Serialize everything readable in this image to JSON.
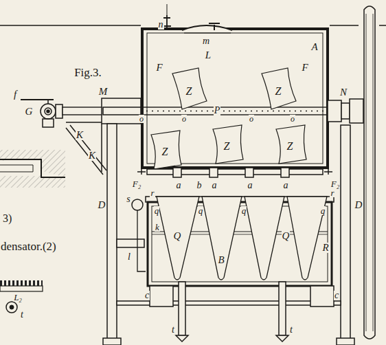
{
  "diagram": {
    "labels": [
      "Fig.3.",
      "f",
      "G",
      "M",
      "K",
      "K",
      "n",
      "m",
      "A",
      "L",
      "F",
      "F",
      "Z",
      "Z",
      "o",
      "o",
      "P",
      "o",
      "o",
      "Z",
      "Z",
      "Z",
      "N",
      "F₂",
      "F₂",
      "a",
      "b",
      "a",
      "a",
      "a",
      "D",
      "D",
      "s",
      "r",
      "r",
      "q",
      "q",
      "q",
      "q",
      "Q",
      "Q",
      "k",
      "l",
      "R",
      "B",
      "c",
      "c",
      "t",
      "t",
      "3)",
      "densator.(2)",
      "L₂",
      "t"
    ]
  }
}
